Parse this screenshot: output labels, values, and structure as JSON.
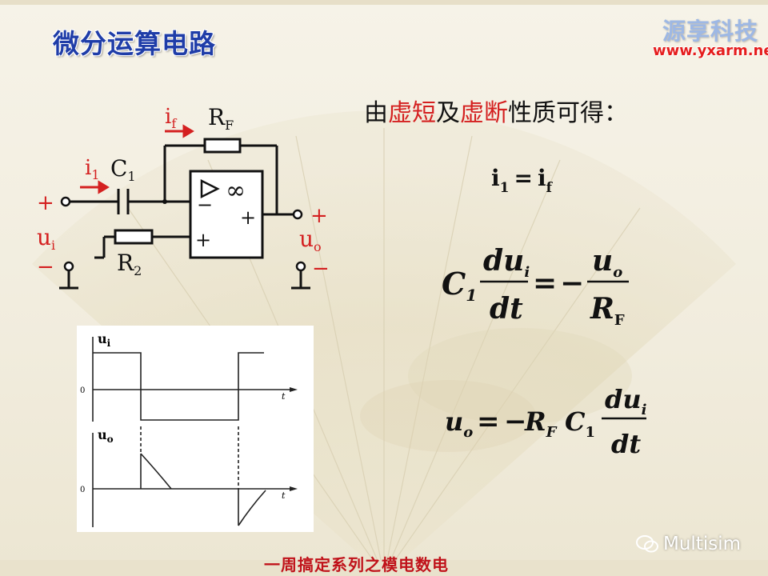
{
  "slide": {
    "title": "微分运算电路",
    "logo": {
      "name": "源享科技",
      "url": "www.yxarm.net"
    },
    "subtitle": {
      "p1": "由",
      "p2": "虚短",
      "p3": "及",
      "p4": "虚断",
      "p5": "性质可得："
    },
    "circuit": {
      "i_f_main": "i",
      "i_f_sub": "f",
      "rf_main": "R",
      "rf_sub": "F",
      "i1_main": "i",
      "i1_sub": "1",
      "c1_main": "C",
      "c1_sub": "1",
      "infinity": "∞",
      "minus": "−",
      "plus_in": "+",
      "plus_out": "+",
      "left_plus": "+",
      "ui_main": "u",
      "ui_sub": "i",
      "left_minus": "−",
      "r2_main": "R",
      "r2_sub": "2",
      "right_plus": "+",
      "uo_main": "u",
      "uo_sub": "o",
      "right_minus": "−"
    },
    "formulas": {
      "f1": {
        "i_a": "i",
        "s_a": "1",
        "eq": "=",
        "i_b": "i",
        "s_b": "f"
      },
      "f2": {
        "C": "C",
        "C_sub": "1",
        "num1": "du",
        "num1_sub": "i",
        "den1": "dt",
        "eq": "=",
        "minus": "−",
        "num2": "u",
        "num2_sub": "o",
        "den2": "R",
        "den2_sub": "F"
      },
      "f3": {
        "u": "u",
        "u_sub": "o",
        "eq": "=",
        "minus": "−",
        "R": "R",
        "R_sub": "F",
        "C": "C",
        "C_sub": "1",
        "num": "du",
        "num_sub": "i",
        "den": "dt"
      }
    },
    "waveforms": {
      "ui_label": "u",
      "ui_sub": "i",
      "uo_label": "u",
      "uo_sub": "o",
      "t_label_top": "t",
      "t_label_bottom": "t",
      "zero_top": "0",
      "zero_bottom": "0"
    },
    "footer": "一周搞定系列之模电数电",
    "watermark": "Multisim"
  }
}
